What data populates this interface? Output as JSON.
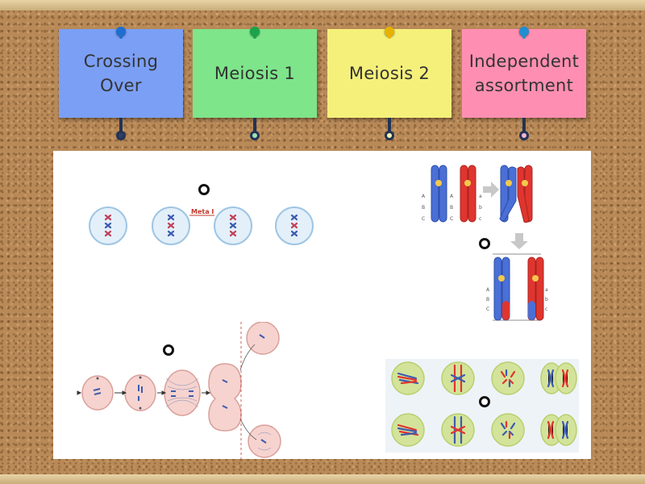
{
  "cards": [
    {
      "label": "Crossing\nOver",
      "bg": "#7b9ff5",
      "pin": "#1e6fd0",
      "dot": "#2d3f66"
    },
    {
      "label": "Meiosis 1",
      "bg": "#7ee58a",
      "pin": "#1aa34a",
      "dot": "#9fe2b0"
    },
    {
      "label": "Meiosis 2",
      "bg": "#f5f07a",
      "pin": "#e8b300",
      "dot": "#fbf4b0"
    },
    {
      "label": "Independent\nassortment",
      "bg": "#ff8fb2",
      "pin": "#1e8fd0",
      "dot": "#f7b6d4"
    }
  ],
  "illustrations": {
    "meta_i_label": "Meta I",
    "locus_left": [
      "A",
      "B",
      "C"
    ],
    "locus_right": [
      "a",
      "b",
      "c"
    ]
  }
}
